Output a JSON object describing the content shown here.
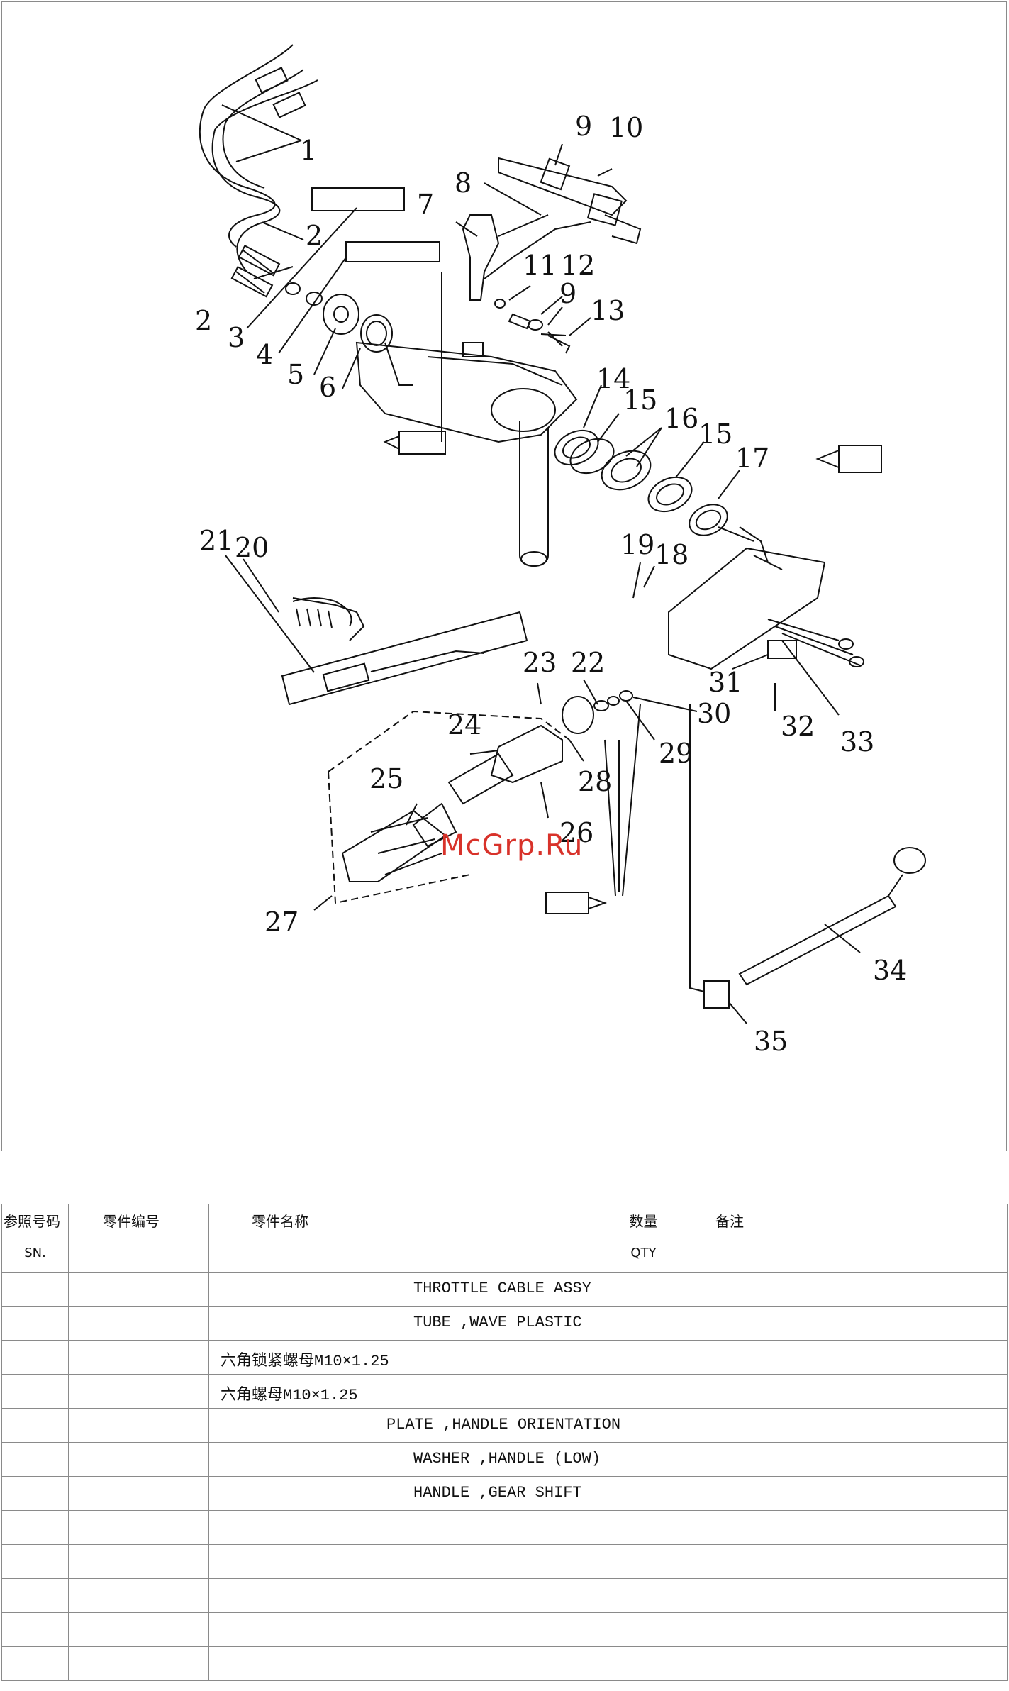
{
  "diagram": {
    "callouts": [
      "1",
      "2",
      "2",
      "3",
      "4",
      "5",
      "6",
      "7",
      "8",
      "9",
      "10",
      "11",
      "12",
      "9",
      "13",
      "14",
      "15",
      "16",
      "15",
      "17",
      "18",
      "19",
      "20",
      "21",
      "22",
      "23",
      "24",
      "25",
      "26",
      "27",
      "28",
      "29",
      "30",
      "31",
      "32",
      "33",
      "34",
      "35"
    ],
    "watermark": "McGrp.Ru",
    "colors": {
      "line": "#111111",
      "watermark": "#d8322a",
      "border": "#8a8a8a"
    }
  },
  "table": {
    "headers": {
      "ref_cn": "参照号码",
      "ref_en": "SN.",
      "part_cn": "零件编号",
      "name_cn": "零件名称",
      "qty_cn": "数量",
      "qty_en": "QTY",
      "note_cn": "备注"
    },
    "rows": [
      {
        "name": "THROTTLE CABLE ASSY"
      },
      {
        "name": "TUBE ,WAVE PLASTIC"
      },
      {
        "name": "六角锁紧螺母M10×1.25"
      },
      {
        "name": "六角螺母M10×1.25"
      },
      {
        "name": "PLATE ,HANDLE ORIENTATION"
      },
      {
        "name": "WASHER ,HANDLE (LOW)"
      },
      {
        "name": "HANDLE ,GEAR SHIFT"
      },
      {
        "name": ""
      },
      {
        "name": ""
      },
      {
        "name": ""
      },
      {
        "name": ""
      },
      {
        "name": ""
      }
    ]
  }
}
